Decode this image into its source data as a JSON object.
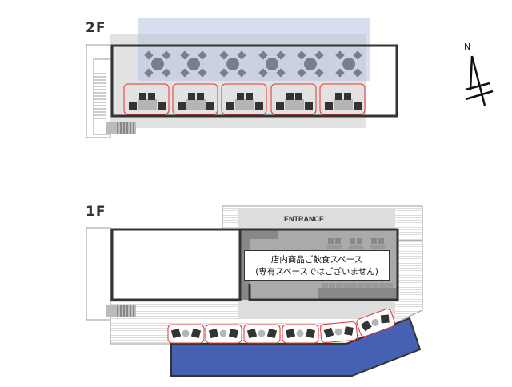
{
  "floors": [
    {
      "label": "2F",
      "round_tables": 6,
      "booths": 5
    },
    {
      "label": "1F",
      "entrance_label": "ENTRANCE",
      "booths": 6,
      "note": {
        "line1": "店内商品ご飲食スペース",
        "line2": "(専有スペースではございません)"
      }
    }
  ],
  "compass": {
    "label": "N"
  },
  "colors": {
    "booth_outline": "#e53333",
    "water": "#4660b4",
    "overlay": "#c5cce6",
    "wall": "#333333"
  }
}
